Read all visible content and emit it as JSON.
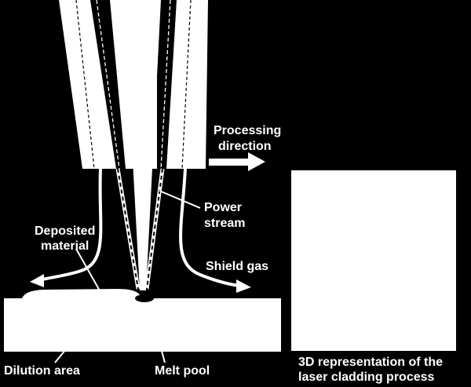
{
  "labels": {
    "processing_line1": "Processing",
    "processing_line2": "direction",
    "power_line1": "Power",
    "power_line2": "stream",
    "deposited_line1": "Deposited",
    "deposited_line2": "material",
    "shield_gas": "Shield gas",
    "dilution_area": "Dilution area",
    "melt_pool": "Melt pool",
    "caption_line1": "3D representation of the",
    "caption_line2": "laser cladding process"
  },
  "colors": {
    "background": "#000000",
    "foreground": "#ffffff"
  }
}
